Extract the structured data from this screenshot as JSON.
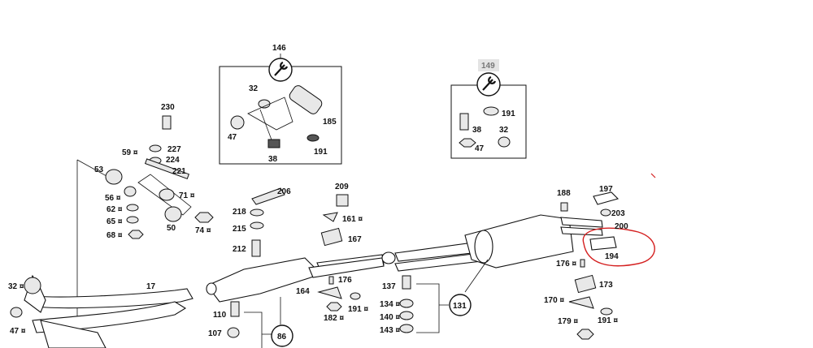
{
  "diagram": {
    "callouts": [
      {
        "id": "c146",
        "text": "146"
      },
      {
        "id": "c149",
        "text": "149"
      },
      {
        "id": "c131",
        "text": "131"
      },
      {
        "id": "c86",
        "text": "86"
      }
    ],
    "labels": {
      "l32a": "32",
      "l47a": "47",
      "l38a": "38",
      "l185": "185",
      "l191a": "191",
      "l191b": "191",
      "l38b": "38",
      "l32b": "32",
      "l47b": "47",
      "l230": "230",
      "l59": "59 ¤",
      "l227": "227",
      "l224": "224",
      "l221": "221",
      "l53": "53",
      "l56": "56 ¤",
      "l71": "71 ¤",
      "l62": "62 ¤",
      "l65": "65 ¤",
      "l68": "68 ¤",
      "l50": "50",
      "l74": "74 ¤",
      "l206": "206",
      "l218": "218",
      "l215": "215",
      "l212": "212",
      "l209": "209",
      "l161": "161 ¤",
      "l167": "167",
      "l176a": "176",
      "l164": "164",
      "l191c": "191 ¤",
      "l182": "182 ¤",
      "l137": "137",
      "l134": "134 ¤",
      "l140": "140 ¤",
      "l143": "143 ¤",
      "l188": "188",
      "l197": "197",
      "l203": "203",
      "l200": "200",
      "l194": "194",
      "l176b": "176 ¤",
      "l173": "173",
      "l170": "170 ¤",
      "l179": "179 ¤",
      "l191d": "191 ¤",
      "l17": "17",
      "l32c": "32 ¤",
      "l47c": "47 ¤",
      "l110": "110",
      "l107": "107"
    },
    "highlight_color": "#d42020"
  }
}
